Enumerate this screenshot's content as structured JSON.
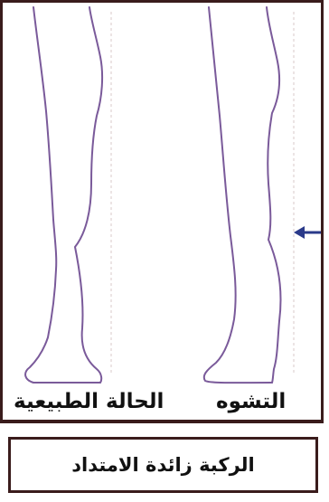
{
  "labels": {
    "normal": "الحالة الطبيعية",
    "deformity": "التشوه"
  },
  "caption": "الركبة زائدة الامتداد",
  "colors": {
    "outline": "#7a5a9a",
    "arrow": "#2a3a8a",
    "frame": "#3a1c1c",
    "guide_line": "#e6dcdc"
  }
}
